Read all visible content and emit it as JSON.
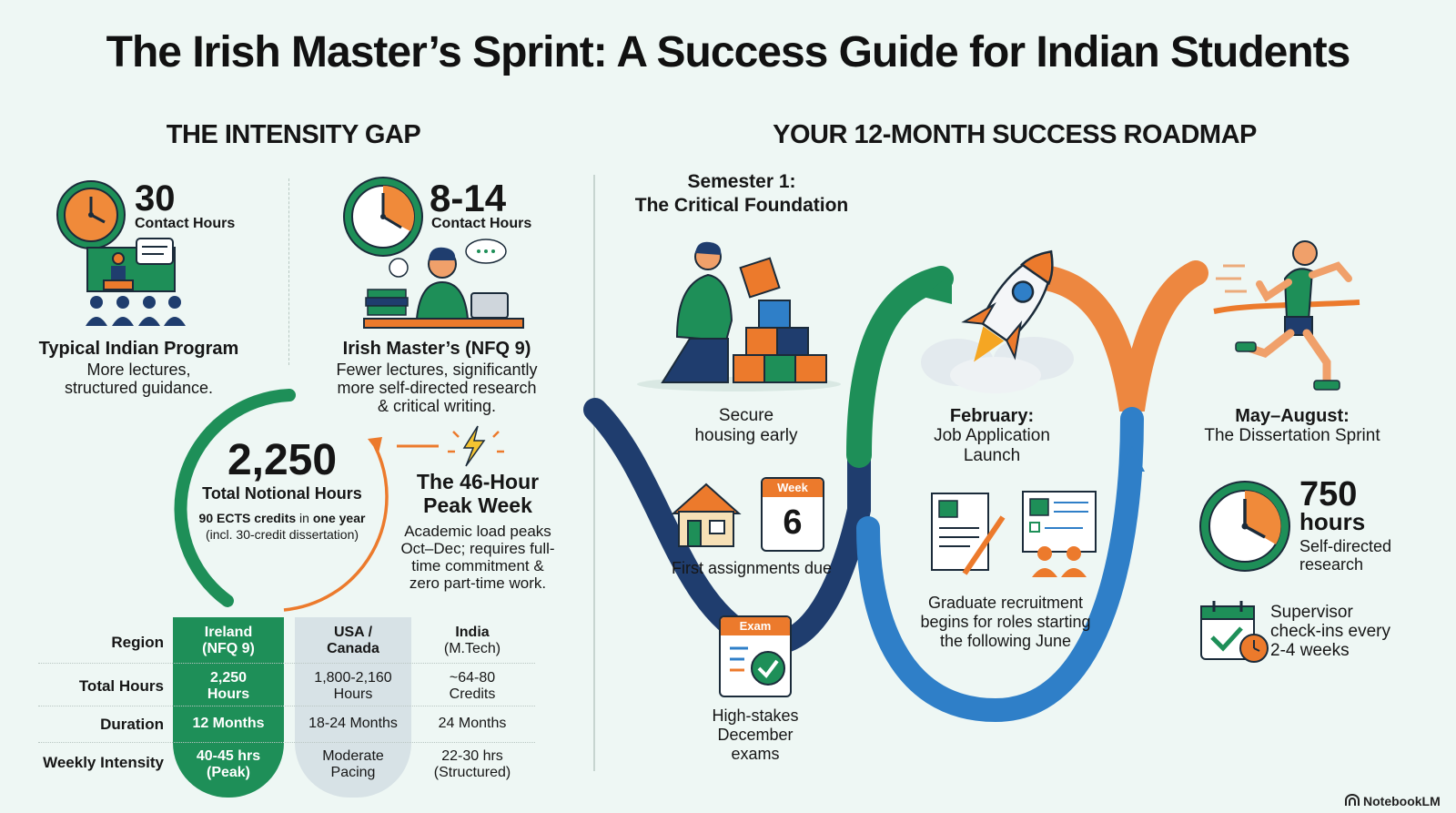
{
  "title": "The Irish Master’s Sprint: A Success Guide for Indian Students",
  "intensity": {
    "heading": "THE INTENSITY GAP",
    "indian": {
      "number": "30",
      "unit": "Contact Hours",
      "label": "Typical Indian Program",
      "desc_1": "More lectures,",
      "desc_2": "structured guidance."
    },
    "irish": {
      "number": "8-14",
      "unit": "Contact Hours",
      "label": "Irish Master’s (NFQ 9)",
      "desc_1": "Fewer lectures, significantly",
      "desc_2": "more self-directed research",
      "desc_3": "& critical writing."
    },
    "notional": {
      "number": "2,250",
      "label": "Total Notional Hours",
      "credits_bold": "90 ECTS credits",
      "credits_mid": " in ",
      "credits_bold2": "one year",
      "credits_note": "(incl. 30-credit dissertation)"
    },
    "peak": {
      "title_1": "The 46-Hour",
      "title_2": "Peak Week",
      "desc_1": "Academic load peaks",
      "desc_2": "Oct–Dec; requires full-",
      "desc_3": "time commitment &",
      "desc_4": "zero part-time work."
    },
    "table": {
      "rows": [
        "Region",
        "Total Hours",
        "Duration",
        "Weekly Intensity"
      ],
      "ireland": {
        "c0a": "Ireland",
        "c0b": "(NFQ 9)",
        "c1a": "2,250",
        "c1b": "Hours",
        "c2": "12 Months",
        "c3a": "40-45 hrs",
        "c3b": "(Peak)"
      },
      "usa": {
        "c0a": "USA /",
        "c0b": "Canada",
        "c1a": "1,800-2,160",
        "c1b": "Hours",
        "c2": "18-24 Months",
        "c3a": "Moderate",
        "c3b": "Pacing"
      },
      "india": {
        "c0a": "India",
        "c0b": "(M.Tech)",
        "c1a": "~64-80",
        "c1b": "Credits",
        "c2": "24 Months",
        "c3a": "22-30 hrs",
        "c3b": "(Structured)"
      }
    }
  },
  "roadmap": {
    "heading": "YOUR 12-MONTH SUCCESS ROADMAP",
    "semester_1": "Semester 1:",
    "semester_2": "The Critical Foundation",
    "housing_1": "Secure",
    "housing_2": "housing early",
    "calendar_label": "Week",
    "calendar_num": "6",
    "assignments": "First assignments due",
    "exam_label": "Exam",
    "exams_1": "High-stakes",
    "exams_2": "December",
    "exams_3": "exams",
    "feb_title": "February:",
    "feb_1": "Job Application",
    "feb_2": "Launch",
    "grad_1": "Graduate recruitment",
    "grad_2": "begins for roles starting",
    "grad_3": "the following June",
    "may_title": "May–August:",
    "may_sub": "The Dissertation Sprint",
    "hours_num": "750",
    "hours_unit": "hours",
    "hours_1": "Self-directed",
    "hours_2": "research",
    "sup_1": "Supervisor",
    "sup_2": "check-ins every",
    "sup_3": "2-4 weeks"
  },
  "brand": "NotebookLM",
  "colors": {
    "green": "#1e8f58",
    "orange": "#ec7a2c",
    "navy": "#1f3d6e",
    "blue": "#2f7fc8"
  }
}
